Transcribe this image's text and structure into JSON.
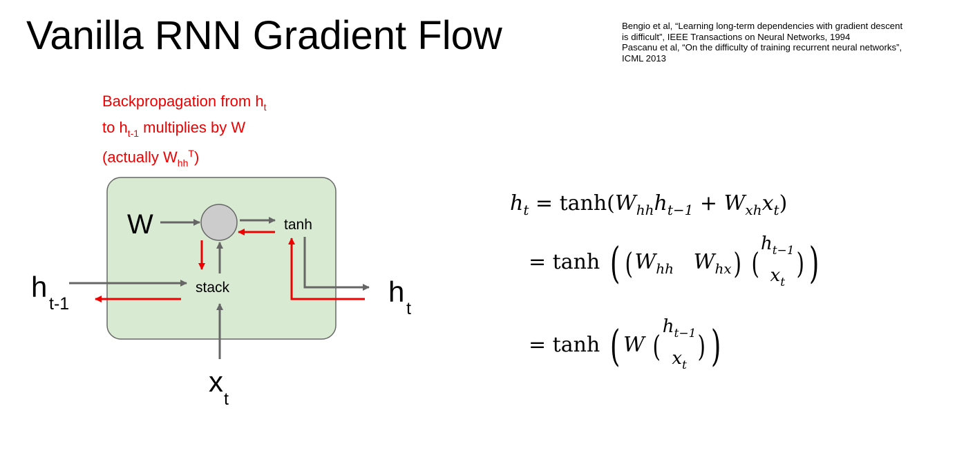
{
  "title": "Vanilla RNN Gradient Flow",
  "references": [
    "Bengio et al, “Learning long-term dependencies with gradient descent",
    "is difficult”, IEEE Transactions on Neural Networks, 1994",
    "Pascanu et al, “On the difficulty of training recurrent neural networks”,",
    "ICML 2013"
  ],
  "annotation": {
    "line1_prefix": "Backpropagation from h",
    "line1_sub": "t",
    "line2_prefix": "to h",
    "line2_sub": "t-1",
    "line2_suffix": " multiplies by W",
    "line3_prefix": "(actually W",
    "line3_sub": "hh",
    "line3_sup": "T",
    "line3_suffix": ")"
  },
  "diagram": {
    "weight_label": "W",
    "tanh_label": "tanh",
    "stack_label": "stack",
    "h_prev_main": "h",
    "h_prev_sub": "t-1",
    "h_next_main": "h",
    "h_next_sub": "t",
    "x_main": "x",
    "x_sub": "t",
    "colors": {
      "cell_fill": "#d9ead3",
      "cell_stroke": "#666666",
      "node_fill": "#cccccc",
      "forward_arrow": "#666666",
      "backward_arrow": "#ee0000"
    }
  },
  "equations": {
    "line1": {
      "lhs": "h",
      "lhs_sub": "t",
      "eq": "= tanh(",
      "t1": "W",
      "t1_sub": "hh",
      "t2": "h",
      "t2_sub": "t−1",
      "plus": " + ",
      "t3": "W",
      "t3_sub": "xh",
      "t4": "x",
      "t4_sub": "t",
      "close": ")"
    },
    "line2": {
      "eq": "= tanh",
      "w1": "W",
      "w1_sub": "hh",
      "w2": "W",
      "w2_sub": "hx",
      "v1": "h",
      "v1_sub": "t−1",
      "v2": "x",
      "v2_sub": "t"
    },
    "line3": {
      "eq": "= tanh",
      "w": "W",
      "v1": "h",
      "v1_sub": "t−1",
      "v2": "x",
      "v2_sub": "t"
    }
  }
}
